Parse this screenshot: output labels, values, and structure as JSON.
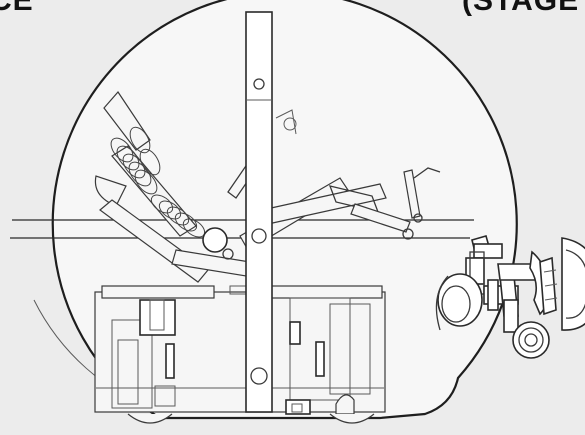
{
  "header": {
    "left_text": "CE",
    "right_text": "(STAGE"
  },
  "colors": {
    "background": "#ececec",
    "shell_fill": "#f7f7f7",
    "outline": "#2a2a2a",
    "parts_fill": "#ffffff"
  },
  "icons": {
    "illustration": "cutaway-sphere-robot-drawing"
  }
}
